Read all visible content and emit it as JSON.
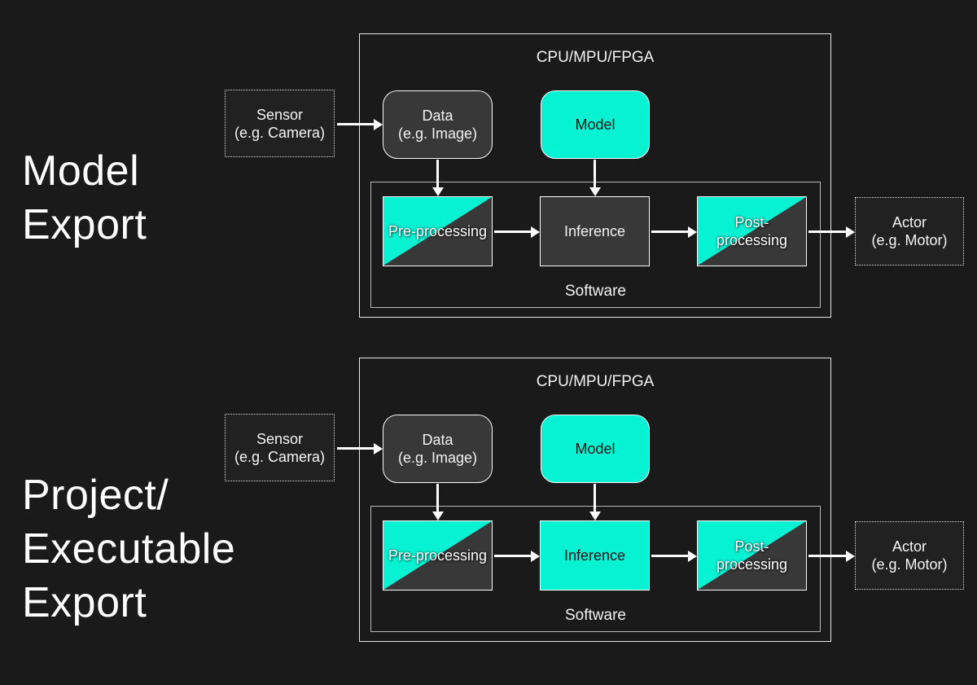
{
  "colors": {
    "background": "#1a1a1a",
    "accent_teal": "#06f2d3",
    "box_dark": "#383838",
    "border_light": "#e6e6e6",
    "title_text": "#ffffff"
  },
  "diagrams": [
    {
      "title_lines": [
        "Model",
        "Export"
      ],
      "cpu_label": "CPU/MPU/FPGA",
      "software_label": "Software",
      "sensor_line1": "Sensor",
      "sensor_line2": "(e.g. Camera)",
      "data_line1": "Data",
      "data_line2": "(e.g. Image)",
      "model_label": "Model",
      "pre_label": "Pre-processing",
      "inference_label": "Inference",
      "post_line1": "Post-",
      "post_line2": "processing",
      "actor_line1": "Actor",
      "actor_line2": "(e.g. Motor)",
      "variants": {
        "data": "dark",
        "model": "teal",
        "pre": "split",
        "inference": "dark",
        "post": "split"
      }
    },
    {
      "title_lines": [
        "Project/",
        "Executable",
        "Export"
      ],
      "cpu_label": "CPU/MPU/FPGA",
      "software_label": "Software",
      "sensor_line1": "Sensor",
      "sensor_line2": "(e.g. Camera)",
      "data_line1": "Data",
      "data_line2": "(e.g. Image)",
      "model_label": "Model",
      "pre_label": "Pre-processing",
      "inference_label": "Inference",
      "post_line1": "Post-",
      "post_line2": "processing",
      "actor_line1": "Actor",
      "actor_line2": "(e.g. Motor)",
      "variants": {
        "data": "dark",
        "model": "teal",
        "pre": "split",
        "inference": "teal",
        "post": "split"
      }
    }
  ]
}
